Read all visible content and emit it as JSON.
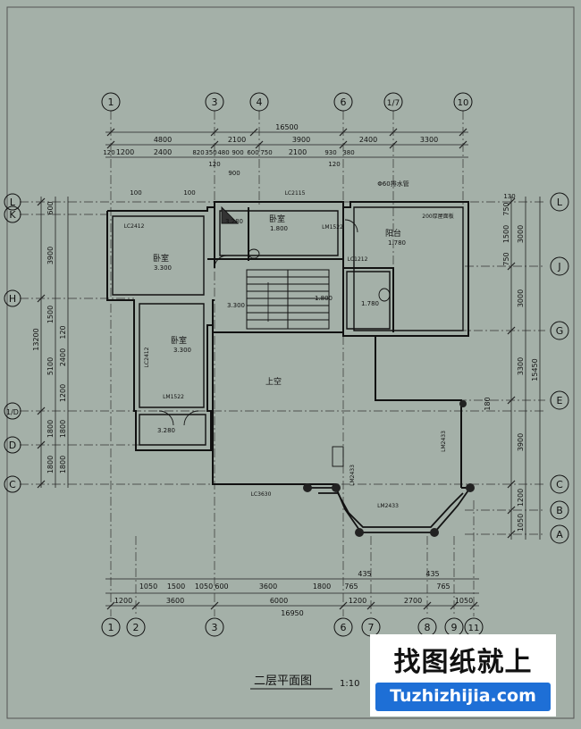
{
  "axes": {
    "top": [
      "1",
      "3",
      "4",
      "6",
      "1/7",
      "10"
    ],
    "bottom": [
      "1",
      "2",
      "3",
      "6",
      "7",
      "8",
      "9",
      "11"
    ],
    "left": [
      "L",
      "K",
      "H",
      "1/D",
      "D",
      "C"
    ],
    "right": [
      "L",
      "J",
      "G",
      "E",
      "C",
      "B",
      "A"
    ]
  },
  "dims": {
    "top_total": "16500",
    "top_row1": [
      "4800",
      "2100",
      "3900",
      "2400",
      "3300"
    ],
    "top_row2": [
      "120",
      "1200",
      "2400",
      "820",
      "350",
      "480",
      "900",
      "600",
      "750",
      "2100",
      "930",
      "380"
    ],
    "top_row3": [
      "120",
      "100",
      "900",
      "100",
      "120",
      "130"
    ],
    "bottom_total": "16950",
    "bottom_row1": [
      "1200",
      "3600",
      "6000",
      "1200",
      "2700",
      "1050"
    ],
    "bottom_row2": [
      "1050",
      "1500",
      "1050",
      "600",
      "3600",
      "1800",
      "765",
      "435",
      "435",
      "765"
    ],
    "left_total": "13200",
    "left_row1": [
      "600",
      "3900",
      "1500",
      "5100",
      "1800",
      "1800"
    ],
    "left_row2": [
      "120",
      "2400",
      "1200",
      "1800",
      "1800"
    ],
    "right_total": "15450",
    "right_row1": [
      "3000",
      "3000",
      "3300",
      "3900",
      "1200",
      "1050"
    ],
    "right_row2": [
      "750",
      "1500",
      "750",
      "180"
    ]
  },
  "rooms": [
    {
      "name": "卧室",
      "elev": "3.300",
      "tag": "LC2412"
    },
    {
      "name": "卧室",
      "elev": "3.300",
      "tag": "LC2412"
    },
    {
      "name": "卧室",
      "elev": "1.800",
      "tag": "LC2115"
    },
    {
      "name": "阳台",
      "elev": "1.780",
      "tag": "LC1212"
    },
    {
      "name": "上空",
      "elev": "",
      "tag": "LC3630"
    }
  ],
  "labels": {
    "pipe": "Φ60排水管",
    "roof_note": "200厚屋面板",
    "bath1": "3.280",
    "bath2": "1.780",
    "landing": "1.800",
    "stair": "3.300",
    "door1": "LM1522",
    "door2": "LM1522",
    "win1": "LM2433",
    "win2": "LM2433",
    "bay": "LM2433",
    "balcony": "3.280"
  },
  "title": "二层平面图",
  "scale": "1:10",
  "watermark": {
    "cn": "找图纸就上",
    "en": "Tuzhizhijia.com"
  }
}
